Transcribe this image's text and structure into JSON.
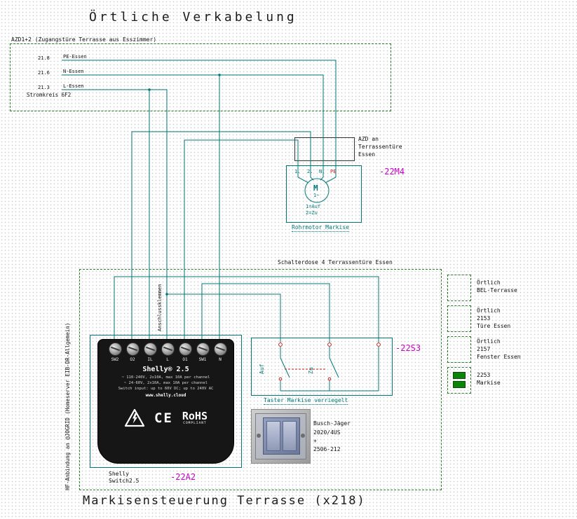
{
  "colors": {
    "wire": "#007878",
    "boundary_dashed": "#2a7a2a",
    "device_ref": "#c800c8",
    "terminal_red": "#cc2222",
    "legend_swatch": "#0c840c"
  },
  "titles": {
    "top": "Örtliche Verkabelung",
    "bottom": "Markisensteuerung Terrasse (x218)"
  },
  "supply": {
    "box_label": "AZD1+2 (Zugangstüre Terrasse aus Esszimmer)",
    "circuit": "Stromkreis 6F2",
    "wires": [
      {
        "ref": "21.8",
        "name": "PE-Essen"
      },
      {
        "ref": "21.6",
        "name": "N-Essen"
      },
      {
        "ref": "21.3",
        "name": "L-Essen"
      }
    ]
  },
  "motor": {
    "ref": "-22M4",
    "terminals": [
      "1.",
      "2.",
      "N.",
      "PE"
    ],
    "symbol": "M",
    "phase": "1~",
    "functions": [
      "1=Auf",
      "2=Zu"
    ],
    "caption": "Rohrmotor Markise",
    "callout_lines": [
      "AZD an",
      "Terrassentüre",
      "Essen"
    ]
  },
  "junction": {
    "label": "Schalterdose 4 Terrassentüre Essen"
  },
  "shelly": {
    "terminals": [
      "SW2",
      "O2",
      "IL",
      "L",
      "O1",
      "SW1",
      "N"
    ],
    "product": "Shelly® 2.5",
    "spec_lines": [
      "~ 110-240V, 2x10A, max 10A per channel",
      "~ 24-60V, 2x10A, max 10A per channel",
      "Switch input: up to 60V DC; up to 240V AC",
      "www.shelly.cloud"
    ],
    "ce": "CE",
    "rohs": "RoHS",
    "rohs_sub": "COMPLIANT",
    "caption_line1": "Shelly",
    "caption_line2": "Switch2.5",
    "ref": "-22A2"
  },
  "taster": {
    "ref": "-22S3",
    "caption": "Taster Markise verriegelt",
    "labels": [
      "Auf",
      "Zu"
    ]
  },
  "pushbutton": {
    "brand": "Busch-Jäger",
    "model": "2020/4US",
    "plus": "+",
    "rocker": "2506-212"
  },
  "legend": [
    {
      "lines": [
        "Örtlich",
        "BEL-Terrasse"
      ]
    },
    {
      "lines": [
        "Örtlich",
        "2153",
        "Türe Essen"
      ]
    },
    {
      "lines": [
        "Örtlich",
        "2157",
        "Fenster Essen"
      ]
    },
    {
      "lines": [
        "2253",
        "Markise"
      ]
    }
  ],
  "notes": {
    "side_vertical": "HF-Anbindung an @JOGRID (Homeserver EIB-DR-Allgemein)",
    "wire_vertical": "Anschlussklemmen"
  }
}
